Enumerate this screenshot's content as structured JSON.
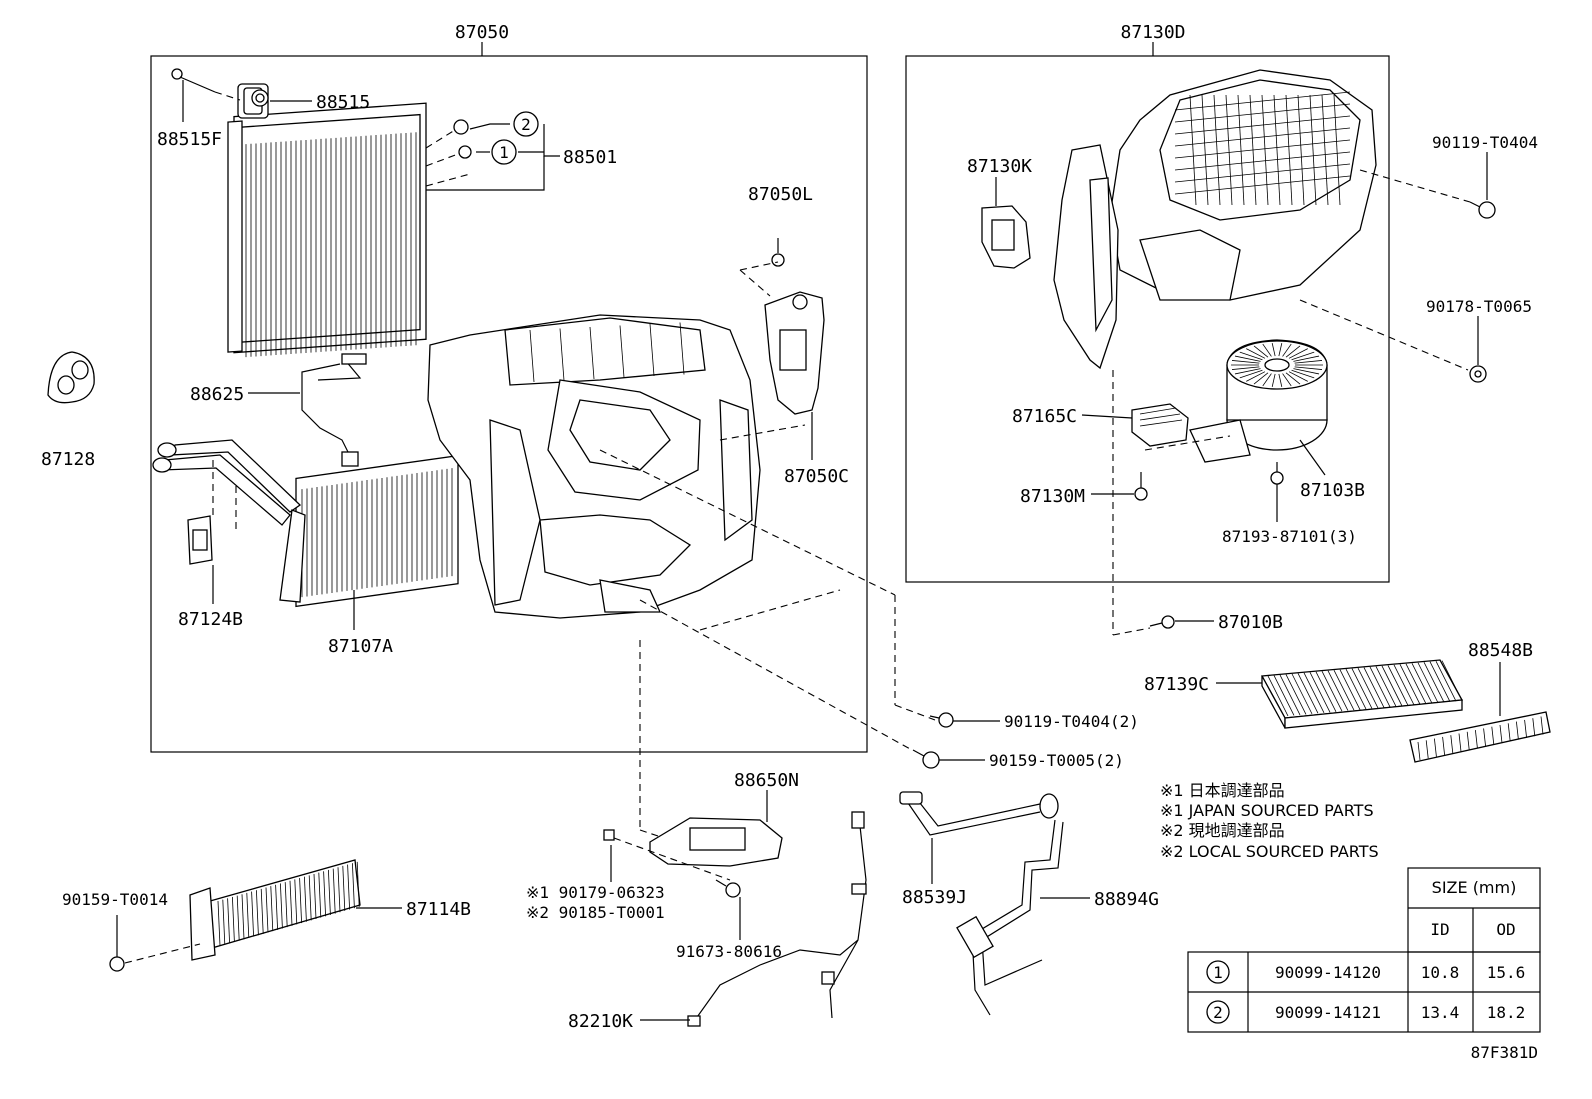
{
  "labels": {
    "l87050": "87050",
    "l87130D": "87130D",
    "l88515": "88515",
    "l88515F": "88515F",
    "l88501": "88501",
    "l87050L": "87050L",
    "l87050C": "87050C",
    "l88625": "88625",
    "l87128": "87128",
    "l87124B": "87124B",
    "l87107A": "87107A",
    "l87130K": "87130K",
    "l87165C": "87165C",
    "l87130M": "87130M",
    "l87103B": "87103B",
    "l87193": "87193-87101(3)",
    "l90119_T0404": "90119-T0404",
    "l90178_T0065": "90178-T0065",
    "l87010B": "87010B",
    "l88548B": "88548B",
    "l87139C": "87139C",
    "l90119_T0404_2": "90119-T0404(2)",
    "l90159_T0005_2": "90159-T0005(2)",
    "l88650N": "88650N",
    "l90179": "※1 90179-06323",
    "l90185": "※2 90185-T0001",
    "l91673": "91673-80616",
    "l90159_T0014": "90159-T0014",
    "l87114B": "87114B",
    "l82210K": "82210K",
    "l88539J": "88539J",
    "l88894G": "88894G",
    "callout1": "1",
    "callout2": "2",
    "drawing_code": "87F381D"
  },
  "notes": [
    "※1 日本調達部品",
    "※1 JAPAN SOURCED PARTS",
    "※2 現地調達部品",
    "※2 LOCAL SOURCED PARTS"
  ],
  "size_table": {
    "title": "SIZE (mm)",
    "col_id": "ID",
    "col_od": "OD",
    "rows": [
      {
        "mark": "1",
        "part": "90099-14120",
        "id": "10.8",
        "od": "15.6"
      },
      {
        "mark": "2",
        "part": "90099-14121",
        "id": "13.4",
        "od": "18.2"
      }
    ]
  }
}
